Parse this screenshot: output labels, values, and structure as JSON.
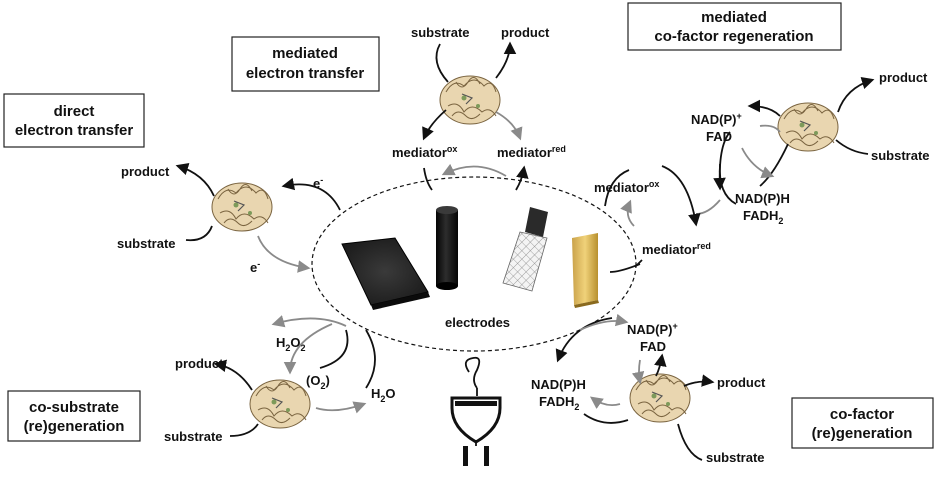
{
  "boxes": {
    "direct": [
      "direct",
      "electron transfer"
    ],
    "mediated_et": [
      "mediated",
      "electron transfer"
    ],
    "mediated_cofactor": [
      "mediated",
      "co-factor regeneration"
    ],
    "cosubstrate": [
      "co-substrate",
      "(re)generation"
    ],
    "cofactor": [
      "co-factor",
      "(re)generation"
    ]
  },
  "labels": {
    "product": "product",
    "substrate": "substrate",
    "electron": "e",
    "electron_sup": "-",
    "mediator": "mediator",
    "ox": "ox",
    "red": "red",
    "nadp": "NAD(P)",
    "plus": "+",
    "fad": "FAD",
    "nadph": "NAD(P)H",
    "fadh": "FADH",
    "two": "2",
    "h": "H",
    "o": "O",
    "water": "H",
    "water_o": "O",
    "o2_open": "(O",
    "o2_close": ")",
    "electrodes": "electrodes"
  }
}
